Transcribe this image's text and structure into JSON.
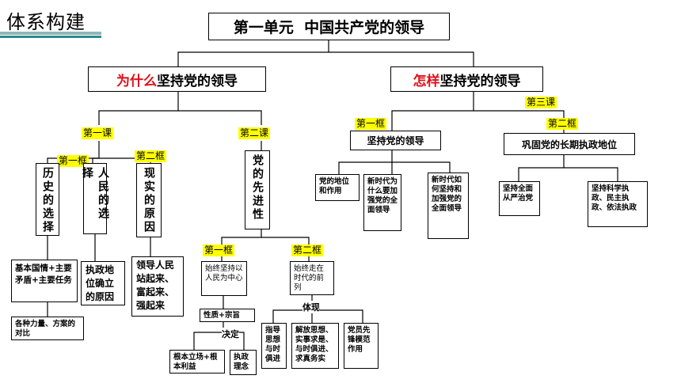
{
  "header": {
    "title": "体系构建"
  },
  "root": "第一单元  中国共产党的领导",
  "why": {
    "red": "为什么",
    "rest": "坚持党的领导"
  },
  "how": {
    "red": "怎样",
    "rest": "坚持党的领导"
  },
  "lessons": {
    "l1": "第一课",
    "l2": "第二课",
    "l3": "第三课"
  },
  "frames": {
    "why_l1_f1": "第一框",
    "why_l1_f2": "第二框",
    "why_l2_f1": "第一框",
    "why_l2_f2": "第二框",
    "how_f1": "第一框",
    "how_f2": "第二框"
  },
  "boxes": {
    "lishi": "历史的选择",
    "renmin": "人民的选择",
    "xianshi": "现实的原因",
    "xianjin": "党的先进性",
    "jiben": "基本国情+主要矛盾+主要任务",
    "gezhong": "各种力量、方案的对比",
    "zhizheng_diwei": "执政地位确立的原因",
    "lingdao": "领导人民站起来、富起来、强起来",
    "shizhong_renmin": "始终坚持以人民为中心",
    "shizhong_shidai": "始终走在时代的前列",
    "xingzhi": "性质+宗旨",
    "genben": "根本立场+根本利益",
    "zhizheng_linian": "执政理念",
    "zhidao": "指导思想与时俱进",
    "jiefang": "解放思想、实事求是、与时俱进、求真务实",
    "dangyuan": "党员先锋模范作用",
    "jianchi": "坚持党的领导",
    "gonggu": "巩固党的长期执政地位",
    "diwei_zuoyong": "党的地位和作用",
    "xinshidai_why": "新时代为什么要加强党的全面领导",
    "xinshidai_how": "新时代如何坚持和加强党的全面领导",
    "congyan": "坚持全面从严治党",
    "kexue": "坚持科学执政、民主执政、依法执政"
  },
  "labels": {
    "tixian": "体现",
    "jueding": "决定"
  },
  "colors": {
    "accent_red": "#e0101a",
    "highlight": "#ffff00",
    "header_bar": "#2a8a8e"
  }
}
